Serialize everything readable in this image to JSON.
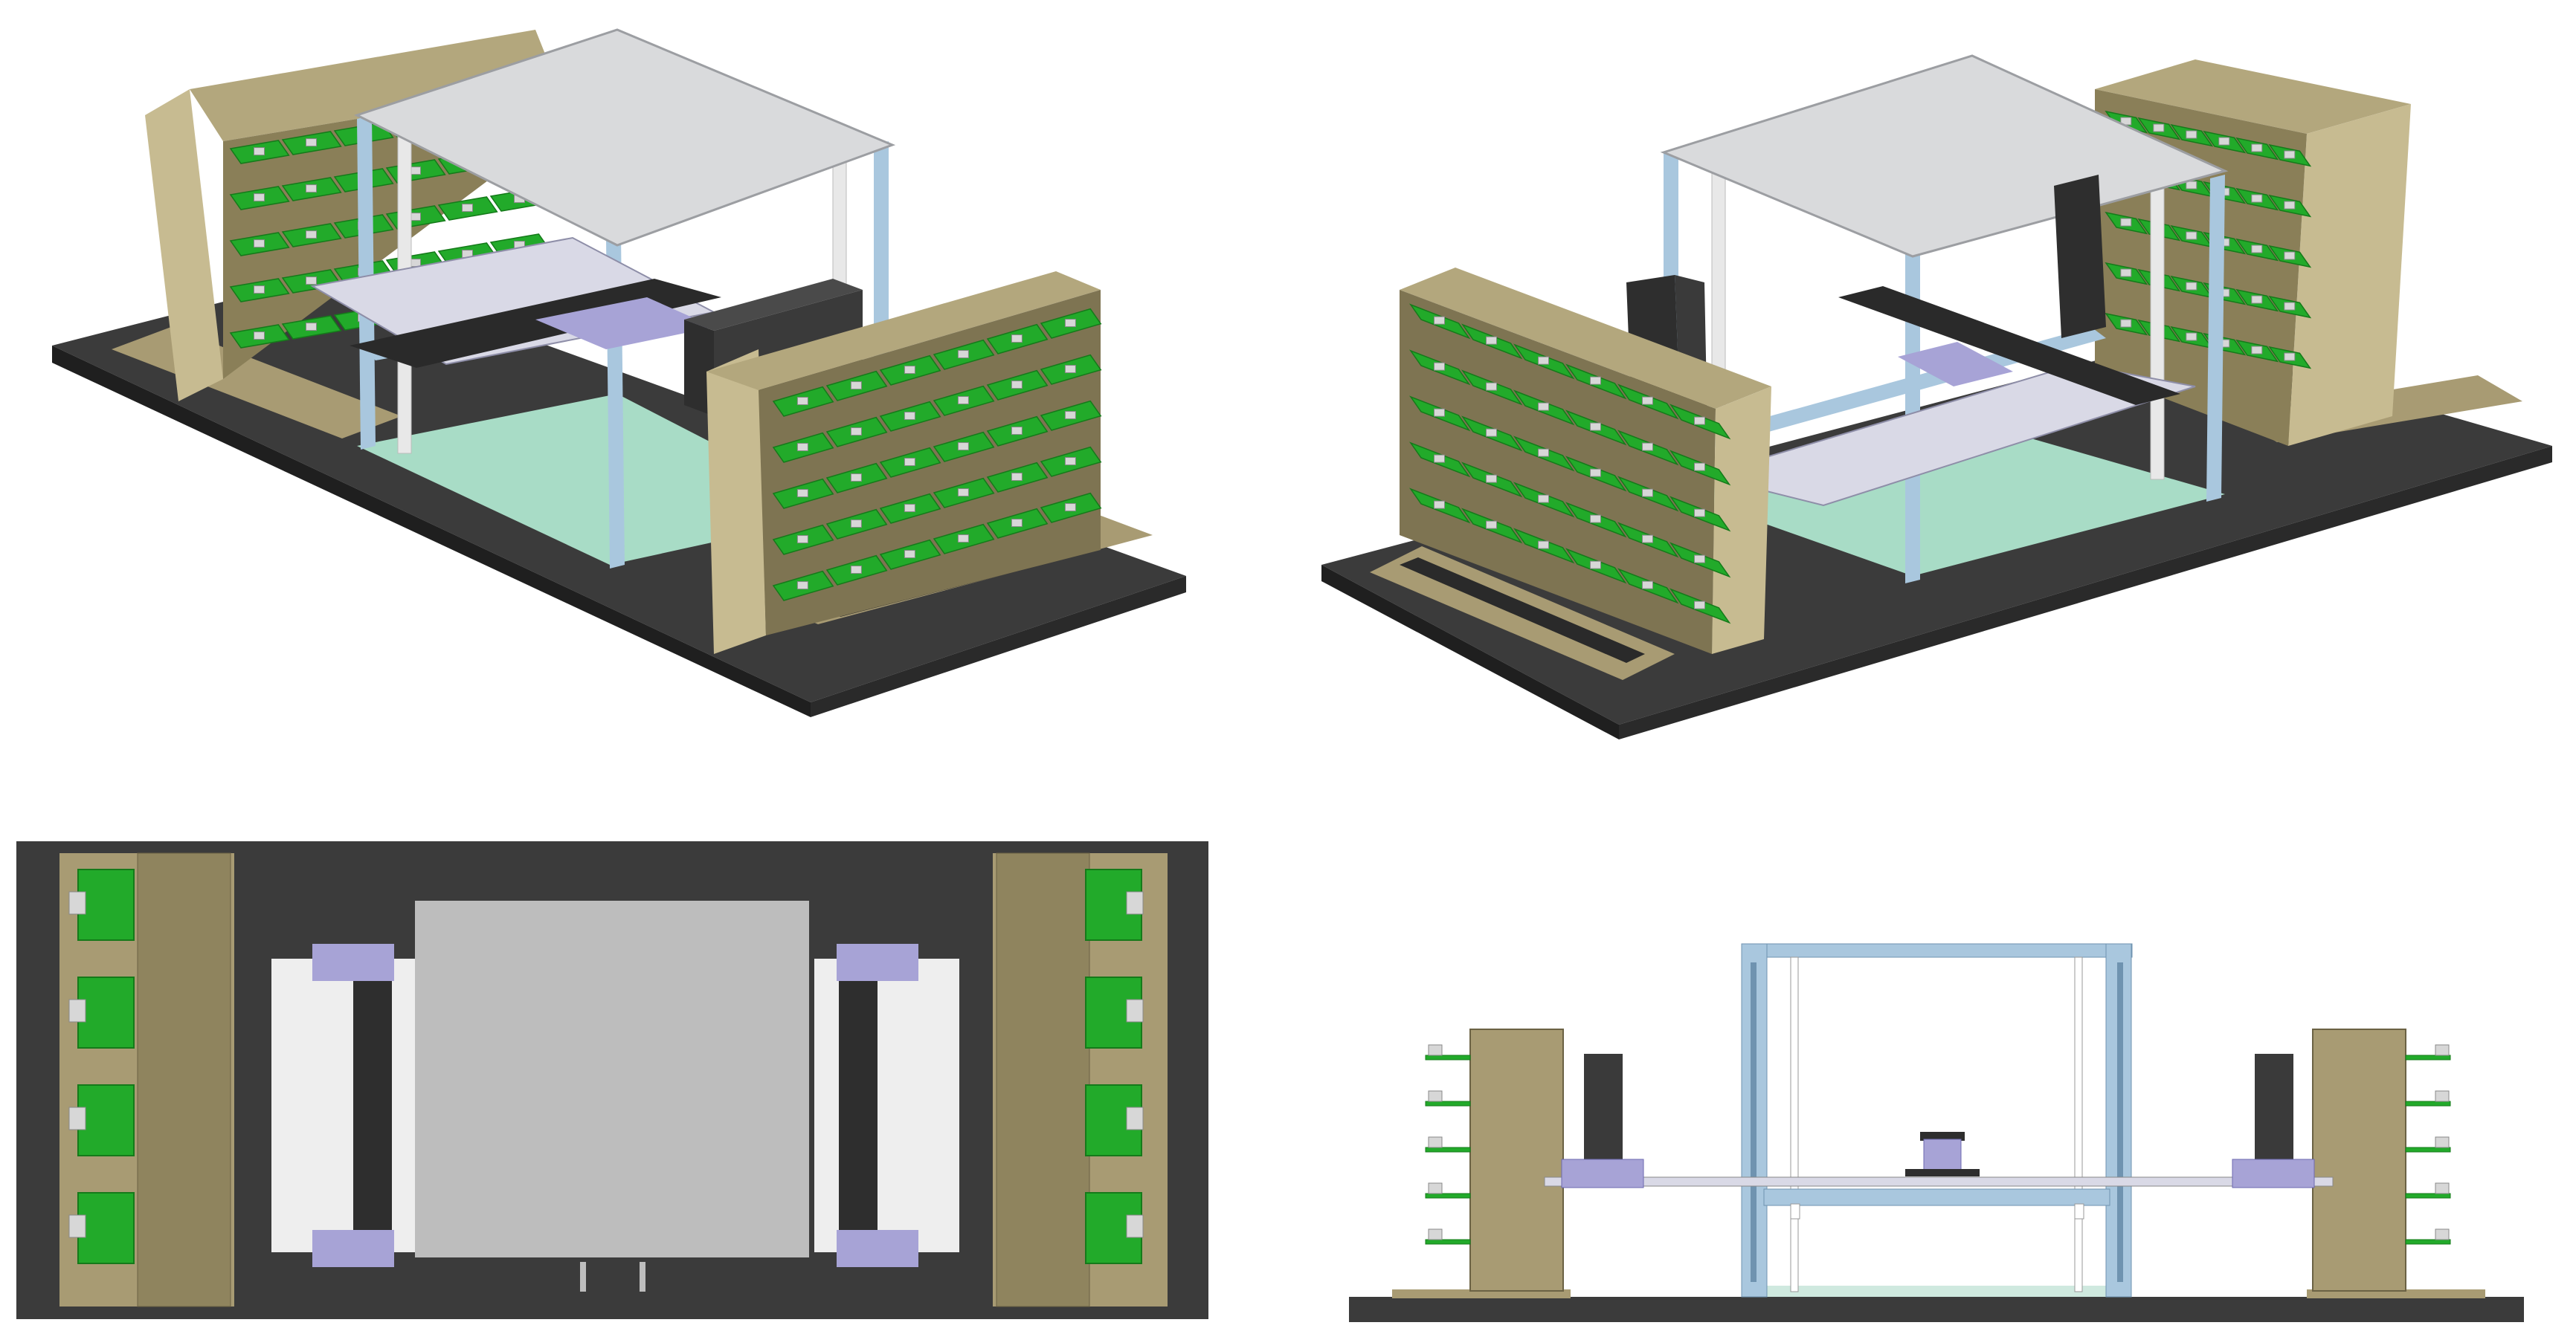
{
  "figure": {
    "views": [
      {
        "id": "iso-left",
        "kind": "isometric view"
      },
      {
        "id": "iso-right",
        "kind": "isometric view"
      },
      {
        "id": "top-view",
        "kind": "top orthographic view"
      },
      {
        "id": "side-view",
        "kind": "front orthographic view"
      }
    ],
    "colors": {
      "base_plate": "#3b3b3b",
      "base_plate_edge": "#1f1f1f",
      "rack_panel": "#a89b73",
      "rack_panel_light": "#c7bb91",
      "rack_panel_dark": "#7e7452",
      "pcb": "#22aa2a",
      "pcb_dark": "#157a1a",
      "connector": "#d7d7d7",
      "frame": "#a9c7de",
      "frame_dark": "#6f93b0",
      "roof": "#d9dadc",
      "floor_glass": "#a8dcc6",
      "rail": "#d9d9e6",
      "slider": "#a7a3d6",
      "motor_block": "#2e2e2e",
      "gantry_arm": "#2a2a2a",
      "lid_top_view": "#bdbdbd",
      "track_white": "#eeeeee"
    },
    "rack_rows": 5,
    "rack_cols": 6
  }
}
